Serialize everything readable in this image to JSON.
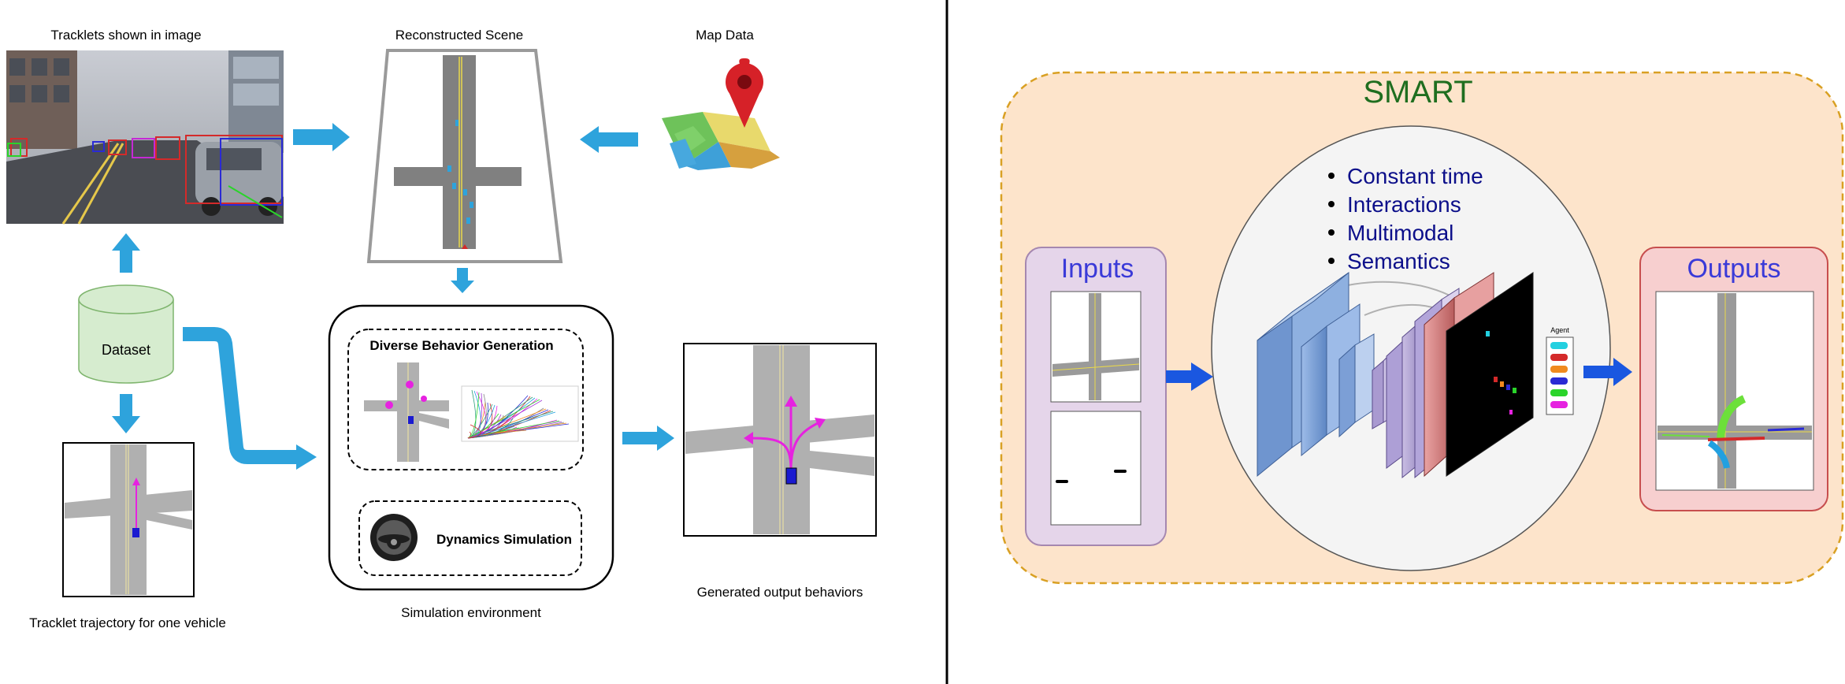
{
  "left_panel": {
    "tracklets_label": "Tracklets shown in image",
    "reconstructed_label": "Reconstructed Scene",
    "map_label": "Map Data",
    "dataset_label": "Dataset",
    "trajectory_label": "Tracklet trajectory for one vehicle",
    "diverse_label": "Diverse Behavior Generation",
    "dynamics_label": "Dynamics Simulation",
    "sim_env_label": "Simulation environment",
    "generated_label": "Generated output behaviors"
  },
  "right_panel": {
    "title": "SMART",
    "inputs_label": "Inputs",
    "outputs_label": "Outputs",
    "features": [
      "Constant time",
      "Interactions",
      "Multimodal",
      "Semantics"
    ],
    "legend_title": "Agent"
  },
  "colors": {
    "arrow_cyan": "#2ea3dc",
    "arrow_blue": "#1a57e0",
    "smart_title": "#1f6e1f",
    "feature_text": "#0c0f8a",
    "inputs_text": "#3a3ad8",
    "outputs_text": "#3a3ad8",
    "dataset_fill": "#d6eccf",
    "smart_bg": "#fde4cb",
    "smart_border": "#d9a023",
    "inputs_bg": "#e5d5ea",
    "outputs_bg": "#f7cfcf",
    "trajectory_magenta": "#e622e0"
  }
}
